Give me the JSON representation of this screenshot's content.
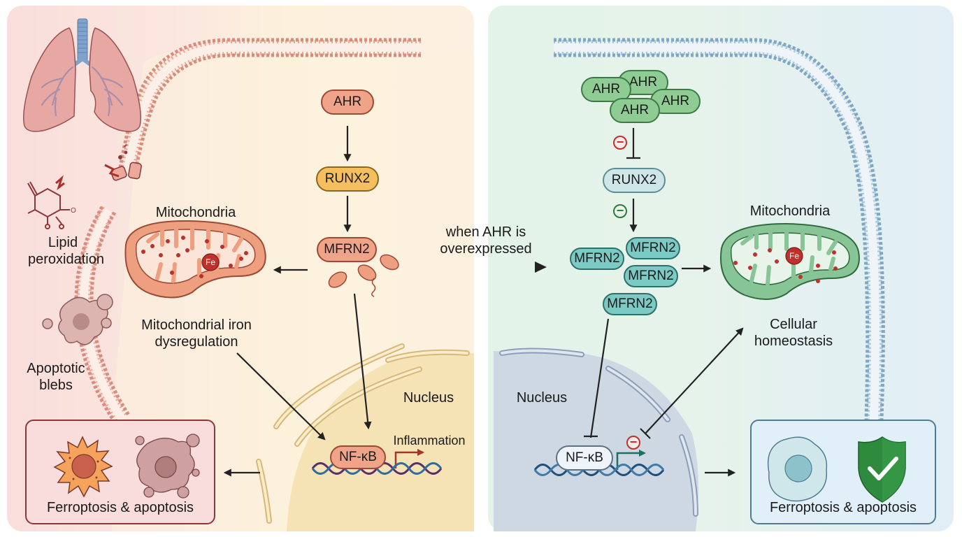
{
  "figure": {
    "topic": "AHR / RUNX2 / MFRN2 axis in lung cells: ferroptosis and apoptosis",
    "colors": {
      "left_panel_bg": "#fbe6df",
      "right_panel_bg": "#e4f2ec",
      "membrane_left": "#e3a295",
      "membrane_right": "#9bbcd6",
      "ahr_left": "#efa388",
      "runx2_left": "#f4bf5c",
      "ahr_right": "#8fcc94",
      "mfrn2_right": "#7ccac4",
      "iron": "#c0302c",
      "inflammation_arrow": "#a8322c",
      "transcription_arrow_right": "#1f6e63",
      "inhibit_symbol_red": "#c0302c",
      "inhibit_symbol_green": "#2f7a3a",
      "shield": "#2e8b3e"
    }
  },
  "left_panel": {
    "state": "baseline",
    "organ_icon": "lungs-icon",
    "pathway": [
      "AHR",
      "RUNX2",
      "MFRN2"
    ],
    "pathway_nodes": {
      "ahr": "AHR",
      "runx2": "RUNX2",
      "mfrn2": "MFRN2"
    },
    "side_labels": {
      "lipid_line1": "Lipid",
      "lipid_line2": "peroxidation",
      "blebs_line1": "Apoptotic",
      "blebs_line2": "blebs"
    },
    "mitochondria": {
      "title": "Mitochondria",
      "iron_label": "Fe",
      "caption_line1": "Mitochondrial iron",
      "caption_line2": "dysregulation"
    },
    "nucleus": {
      "label": "Nucleus",
      "transcription_factor": "NF-κB",
      "output_label": "Inflammation"
    },
    "outcome_box": {
      "label": "Ferroptosis & apoptosis",
      "icons": [
        "ferroptotic-cell-icon",
        "apoptotic-cell-icon"
      ]
    }
  },
  "transition": {
    "line1": "when AHR is",
    "line2": "overexpressed"
  },
  "right_panel": {
    "state": "AHR overexpressed",
    "ahr_cluster": [
      "AHR",
      "AHR",
      "AHR",
      "AHR"
    ],
    "runx2": "RUNX2",
    "mfrn2_cluster": [
      "MFRN2",
      "MFRN2",
      "MFRN2",
      "MFRN2"
    ],
    "inhibit_symbol": "−",
    "mitochondria": {
      "title": "Mitochondria",
      "iron_label": "Fe",
      "caption_line1": "Cellular",
      "caption_line2": "homeostasis"
    },
    "nucleus": {
      "label": "Nucleus",
      "transcription_factor": "NF-κB"
    },
    "outcome_box": {
      "label": "Ferroptosis & apoptosis",
      "icons": [
        "healthy-cell-icon",
        "shield-check-icon"
      ]
    }
  }
}
